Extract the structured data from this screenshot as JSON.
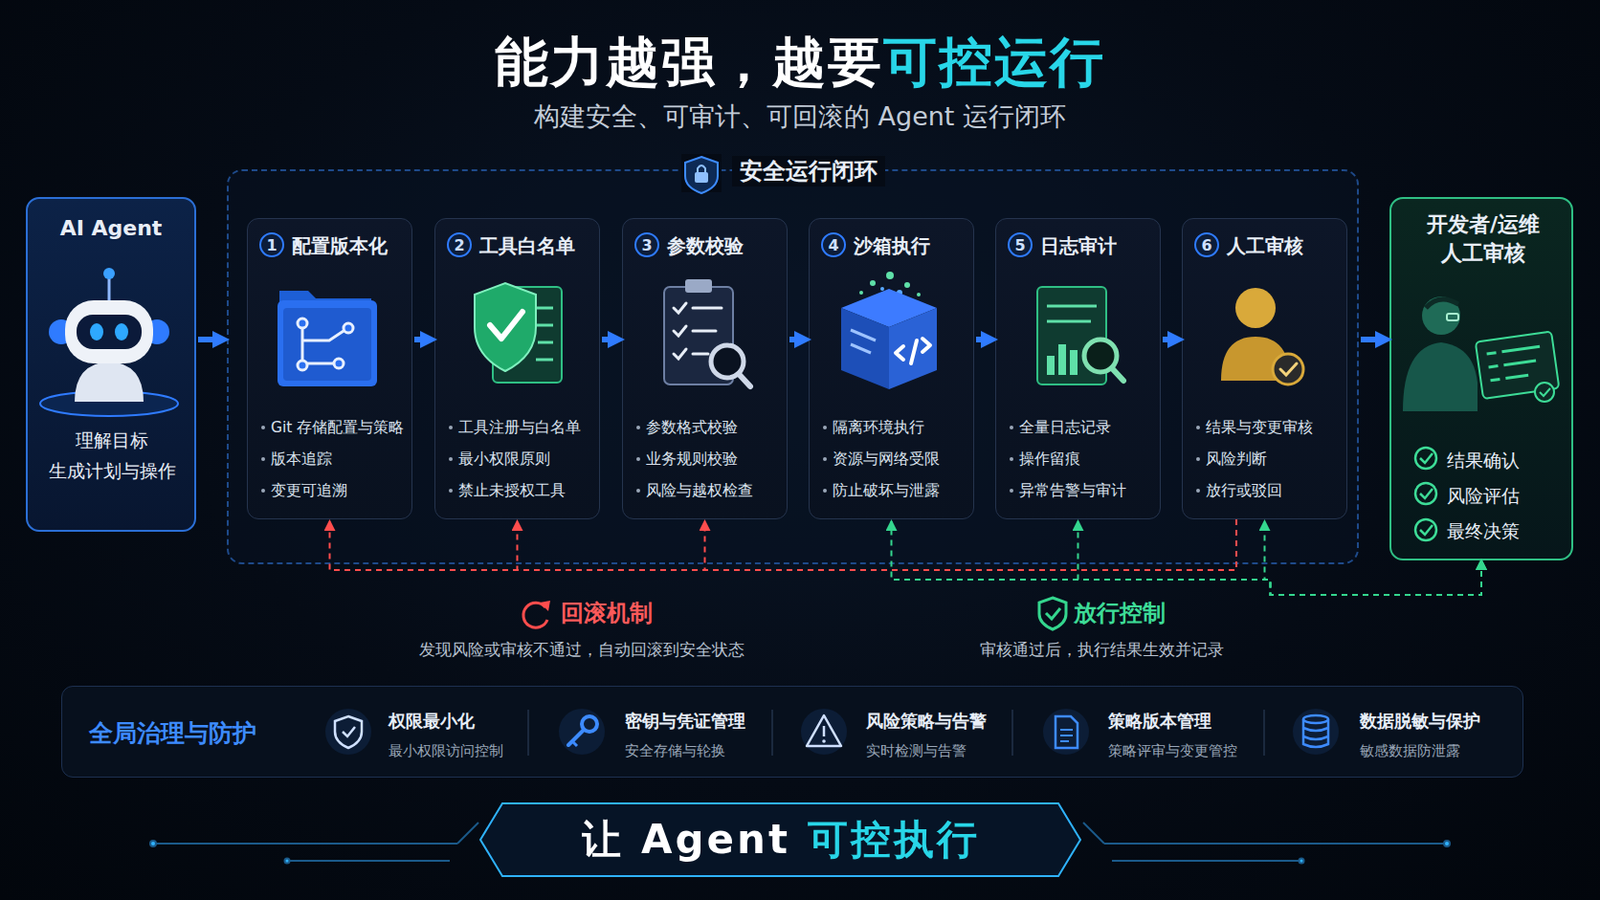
{
  "diagram": {
    "title": "能力越强，越要可控运行",
    "caption": "构建安全、可审计、可回滚的 Agent 运行闭环",
    "nodes": [
      {
        "text": [
          "AI Agent",
          "理解目标 生成计划与操作"
        ]
      },
      {
        "text": [
          "安全运行闭环"
        ]
      },
      {
        "text": [
          "1",
          "配置版本化",
          "Git 存储配置与策略",
          "版本追踪",
          "变更可追溯"
        ],
        "in": 1
      },
      {
        "text": [
          "2",
          "工具白名单",
          "工具注册与白名单",
          "最小权限原则",
          "禁止未授权工具"
        ],
        "in": 1
      },
      {
        "text": [
          "3",
          "参数校验",
          "参数格式校验",
          "业务规则校验",
          "风险与越权检查"
        ],
        "in": 1
      },
      {
        "text": [
          "4",
          "沙箱执行",
          "隔离环境执行",
          "资源与网络受限",
          "防止破坏与泄露"
        ],
        "in": 1
      },
      {
        "text": [
          "5",
          "日志审计",
          "全量日志记录",
          "操作留痕",
          "异常告警与审计"
        ],
        "in": 1
      },
      {
        "text": [
          "6",
          "人工审核",
          "结果与变更审核",
          "风险判断",
          "放行或驳回"
        ],
        "in": 1
      },
      {
        "text": [
          "开发者/运维 人工审核",
          "结果确认",
          "风险评估",
          "最终决策"
        ]
      },
      {
        "text": [
          "全局治理与防护",
          "权限最小化",
          "最小权限访问控制",
          "密钥与凭证管理",
          "安全存储与轮换",
          "风险策略与告警",
          "实时检测与告警",
          "策略版本管理",
          "策略评审与变更管控",
          "数据脱敏与保护",
          "敏感数据防泄露"
        ]
      },
      {
        "text": [
          "让 Agent 可控执行"
        ]
      }
    ],
    "edges": [
      {
        "from": 0,
        "to": 1,
        "arrow": "to"
      },
      {
        "from": 2,
        "to": 3,
        "arrow": "to"
      },
      {
        "from": 3,
        "to": 4,
        "arrow": "to"
      },
      {
        "from": 4,
        "to": 5,
        "arrow": "to"
      },
      {
        "from": 5,
        "to": 6,
        "arrow": "to"
      },
      {
        "from": 6,
        "to": 7,
        "arrow": "to"
      },
      {
        "from": 1,
        "to": 8,
        "arrow": "to"
      },
      {
        "from": 7,
        "to": 2,
        "arrow": "to"
      },
      {
        "from": 7,
        "to": 3,
        "arrow": "to"
      },
      {
        "from": 7,
        "to": 4,
        "arrow": "to"
      },
      {
        "from": 8,
        "to": 5,
        "arrow": "both"
      },
      {
        "from": 8,
        "to": 6,
        "arrow": "both"
      },
      {
        "from": 8,
        "to": 7,
        "arrow": "both"
      }
    ],
    "labels": [
      "回滚机制",
      "发现风险或审核不通过，自动回滚到安全状态",
      "放行控制",
      "审核通过后，执行结果生效并记录"
    ]
  }
}
